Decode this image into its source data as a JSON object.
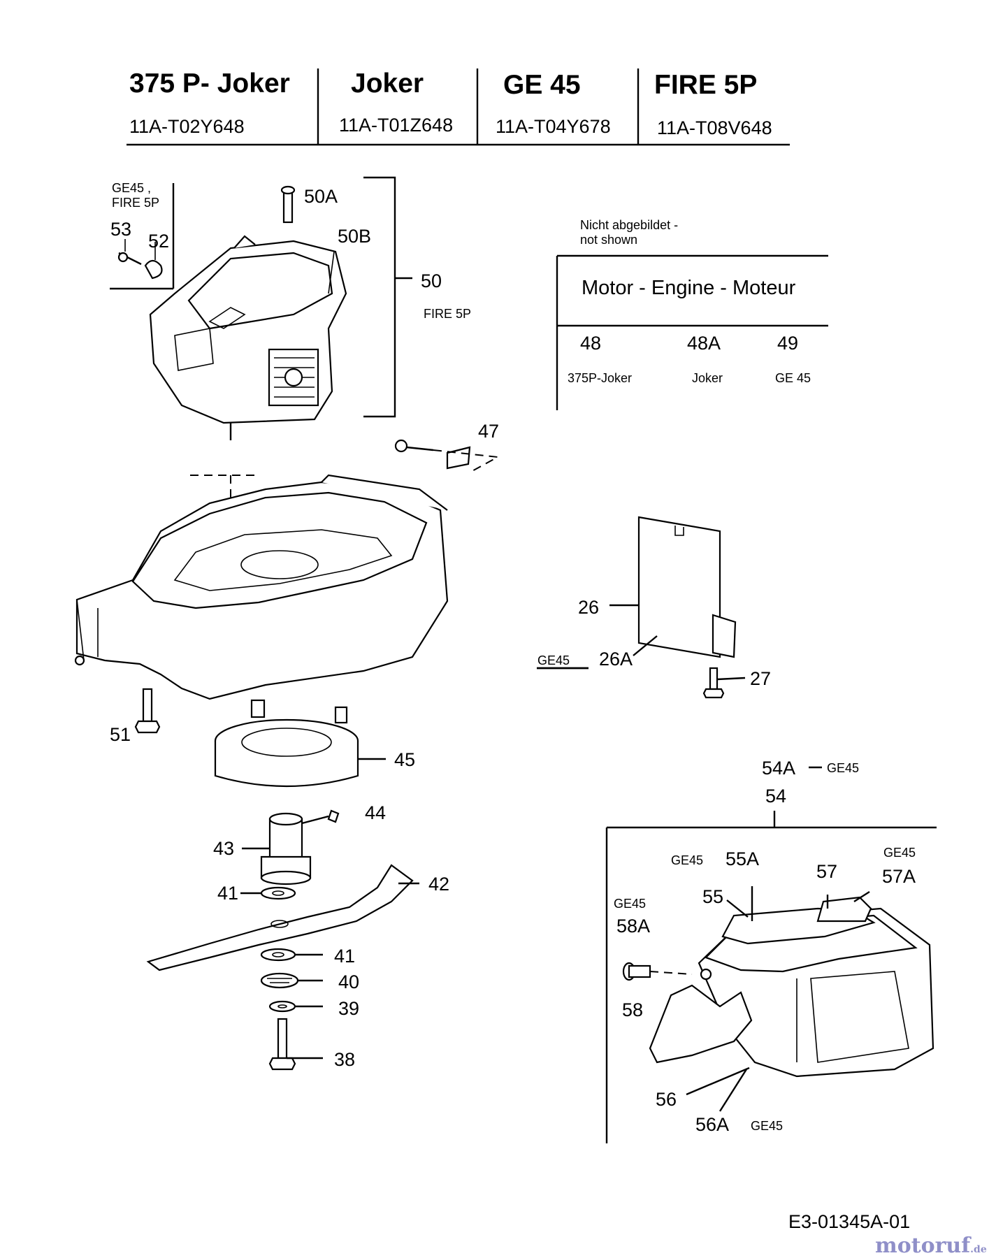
{
  "header": {
    "columns": [
      {
        "model": "375 P- Joker",
        "code": "11A-T02Y648"
      },
      {
        "model": "Joker",
        "code": "11A-T01Z648"
      },
      {
        "model": "GE 45",
        "code": "11A-T04Y678"
      },
      {
        "model": "FIRE 5P",
        "code": "11A-T08V648"
      }
    ]
  },
  "not_shown": {
    "note_line1": "Nicht abgebildet -",
    "note_line2": "not shown",
    "title": "Motor - Engine - Moteur",
    "items": [
      {
        "number": "48",
        "model": "375P-Joker"
      },
      {
        "number": "48A",
        "model": "Joker"
      },
      {
        "number": "49",
        "model": "GE 45"
      }
    ]
  },
  "callouts": {
    "ge45_fire5p": "GE45 ,",
    "fire5p_line": "FIRE 5P",
    "c53": "53",
    "c52": "52",
    "c50A": "50A",
    "c50B": "50B",
    "c50": "50",
    "c50_note": "FIRE 5P",
    "c47": "47",
    "c26": "26",
    "c26A": "26A",
    "c26A_note": "GE45",
    "c27": "27",
    "c51": "51",
    "c45": "45",
    "c44": "44",
    "c43": "43",
    "c42": "42",
    "c41a": "41",
    "c41b": "41",
    "c40": "40",
    "c39": "39",
    "c38": "38",
    "c54A": "54A",
    "c54A_note": "GE45",
    "c54": "54",
    "c55A_note": "GE45",
    "c55A": "55A",
    "c55": "55",
    "c57": "57",
    "c57A_note": "GE45",
    "c57A": "57A",
    "c58A_note": "GE45",
    "c58A": "58A",
    "c58": "58",
    "c56": "56",
    "c56A": "56A",
    "c56A_note": "GE45"
  },
  "footer": {
    "drawing_id": "E3-01345A-01",
    "watermark": "motoruf",
    "watermark_tld": ".de"
  }
}
